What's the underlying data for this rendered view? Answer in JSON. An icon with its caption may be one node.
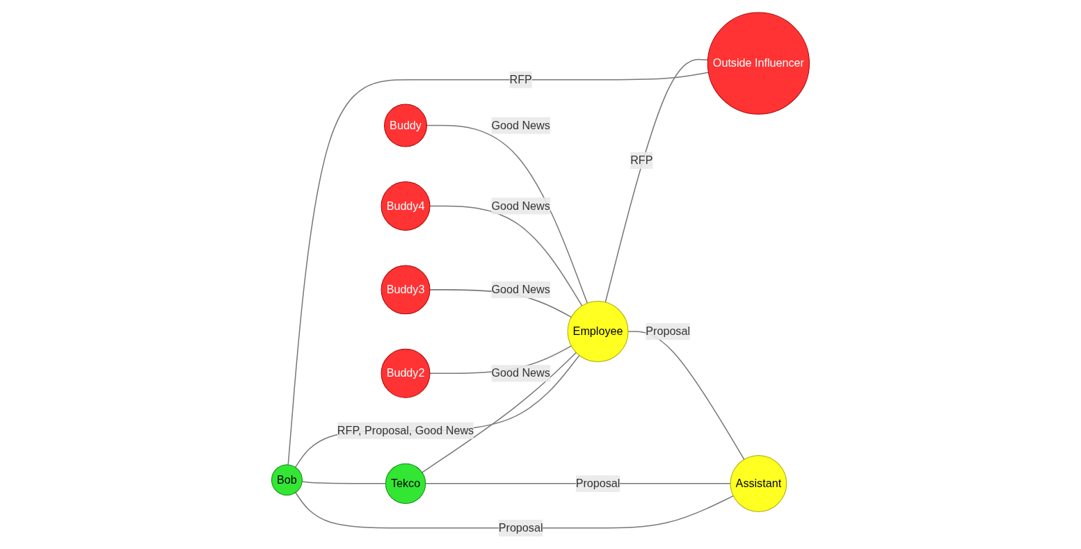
{
  "diagram": {
    "nodes": [
      {
        "text": [
          "Bob"
        ]
      },
      {
        "text": [
          "Tekco"
        ]
      },
      {
        "text": [
          "Buddy2"
        ]
      },
      {
        "text": [
          "Outside Influencer"
        ]
      },
      {
        "text": [
          "Buddy3"
        ]
      },
      {
        "text": [
          "Employee"
        ]
      },
      {
        "text": [
          "Buddy4"
        ]
      },
      {
        "text": [
          "Buddy"
        ]
      },
      {
        "text": [
          "Assistant"
        ]
      }
    ],
    "edges": [
      {
        "from": 0,
        "to": 1,
        "arrow": "none"
      },
      {
        "from": 0,
        "to": 3,
        "label": "RFP",
        "arrow": "none"
      },
      {
        "from": 0,
        "to": 5,
        "label": "RFP, Proposal, Good News",
        "arrow": "none"
      },
      {
        "from": 0,
        "to": 8,
        "label": "Proposal",
        "arrow": "none"
      },
      {
        "from": 1,
        "to": 5,
        "arrow": "none"
      },
      {
        "from": 1,
        "to": 8,
        "label": "Proposal",
        "arrow": "none"
      },
      {
        "from": 2,
        "to": 5,
        "label": "Good News",
        "arrow": "none"
      },
      {
        "from": 4,
        "to": 5,
        "label": "Good News",
        "arrow": "none"
      },
      {
        "from": 6,
        "to": 5,
        "label": "Good News",
        "arrow": "none"
      },
      {
        "from": 7,
        "to": 5,
        "label": "Good News",
        "arrow": "none"
      },
      {
        "from": 5,
        "to": 3,
        "label": "RFP",
        "arrow": "none"
      },
      {
        "from": 5,
        "to": 8,
        "label": "Proposal",
        "arrow": "none"
      }
    ]
  }
}
